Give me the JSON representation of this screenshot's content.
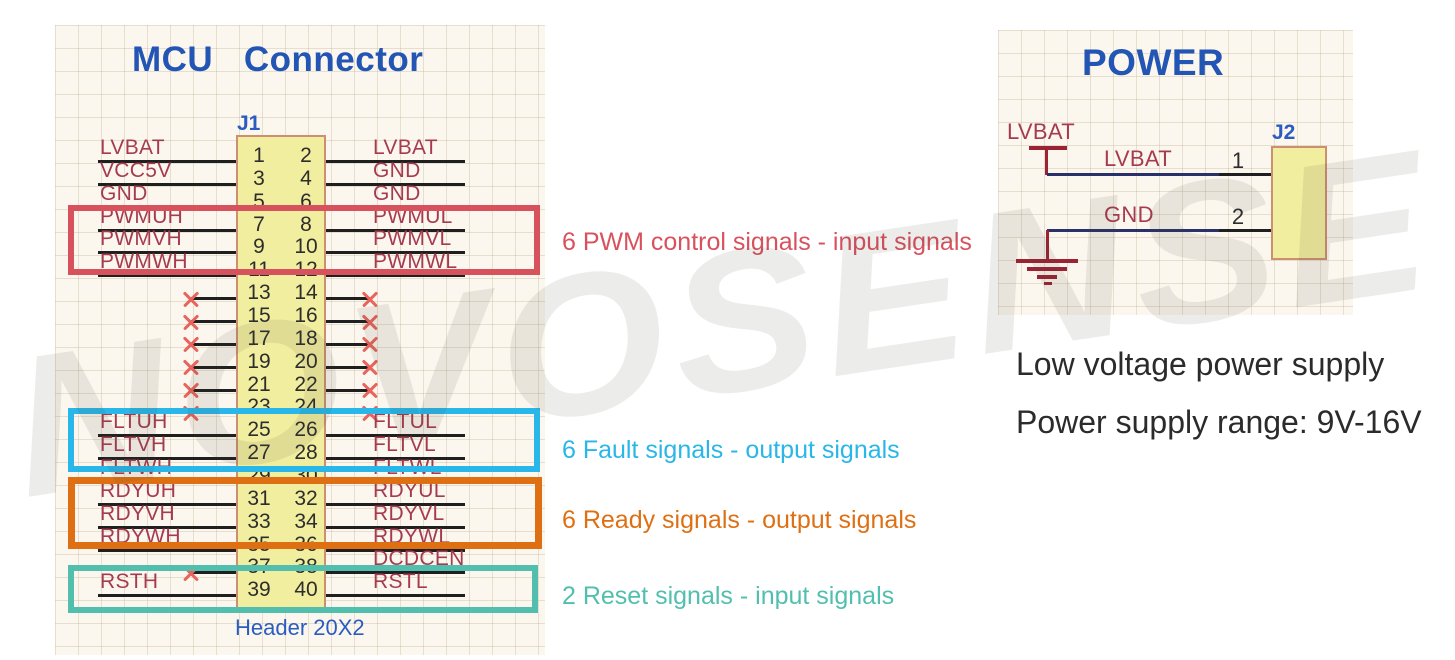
{
  "mcu_section": {
    "title": "MCU   Connector",
    "designator": "J1",
    "footprint_label": "Header 20X2",
    "rows": [
      {
        "pins": [
          "1",
          "2"
        ],
        "left": "LVBAT",
        "right": "LVBAT"
      },
      {
        "pins": [
          "3",
          "4"
        ],
        "left": "VCC5V",
        "right": "GND"
      },
      {
        "pins": [
          "5",
          "6"
        ],
        "left": "GND",
        "right": "GND"
      },
      {
        "pins": [
          "7",
          "8"
        ],
        "left": "PWMUH",
        "right": "PWMUL"
      },
      {
        "pins": [
          "9",
          "10"
        ],
        "left": "PWMVH",
        "right": "PWMVL"
      },
      {
        "pins": [
          "11",
          "12"
        ],
        "left": "PWMWH",
        "right": "PWMWL"
      },
      {
        "pins": [
          "13",
          "14"
        ],
        "left": null,
        "right": null
      },
      {
        "pins": [
          "15",
          "16"
        ],
        "left": null,
        "right": null
      },
      {
        "pins": [
          "17",
          "18"
        ],
        "left": null,
        "right": null
      },
      {
        "pins": [
          "19",
          "20"
        ],
        "left": null,
        "right": null
      },
      {
        "pins": [
          "21",
          "22"
        ],
        "left": null,
        "right": null
      },
      {
        "pins": [
          "23",
          "24"
        ],
        "left": null,
        "right": null
      },
      {
        "pins": [
          "25",
          "26"
        ],
        "left": "FLTUH",
        "right": "FLTUL"
      },
      {
        "pins": [
          "27",
          "28"
        ],
        "left": "FLTVH",
        "right": "FLTVL"
      },
      {
        "pins": [
          "29",
          "30"
        ],
        "left": "FLTWH",
        "right": "FLTWL"
      },
      {
        "pins": [
          "31",
          "32"
        ],
        "left": "RDYUH",
        "right": "RDYUL"
      },
      {
        "pins": [
          "33",
          "34"
        ],
        "left": "RDYVH",
        "right": "RDYVL"
      },
      {
        "pins": [
          "35",
          "36"
        ],
        "left": "RDYWH",
        "right": "RDYWL"
      },
      {
        "pins": [
          "37",
          "38"
        ],
        "left": null,
        "right": "DCDCEN"
      },
      {
        "pins": [
          "39",
          "40"
        ],
        "left": "RSTH",
        "right": "RSTL"
      }
    ],
    "highlights": [
      {
        "id": "pwm",
        "label": "6 PWM control signals - input signals",
        "color": "#d8525e"
      },
      {
        "id": "fault",
        "label": "6 Fault signals - output signals",
        "color": "#29b6e8"
      },
      {
        "id": "ready",
        "label": "6 Ready signals - output signals",
        "color": "#de7013"
      },
      {
        "id": "reset",
        "label": "2 Reset signals - input signals",
        "color": "#52bfae"
      }
    ]
  },
  "power_section": {
    "title": "POWER",
    "designator": "J2",
    "power_port_label": "LVBAT",
    "nets": [
      {
        "label": "LVBAT",
        "pin": "1"
      },
      {
        "label": "GND",
        "pin": "2"
      }
    ],
    "notes": {
      "line1": "Low voltage power supply",
      "line2": "Power supply range: 9V-16V"
    }
  },
  "watermark_text": "NOVOSENSE",
  "colors": {
    "net_label": "#a63b50",
    "title_blue": "#2255b4",
    "wire_black": "#1f1f1f",
    "wire_blue": "#2a3168",
    "symbol_red": "#9b2334",
    "part_fill": "#f2ee9f",
    "no_connect": "#e8645c"
  }
}
